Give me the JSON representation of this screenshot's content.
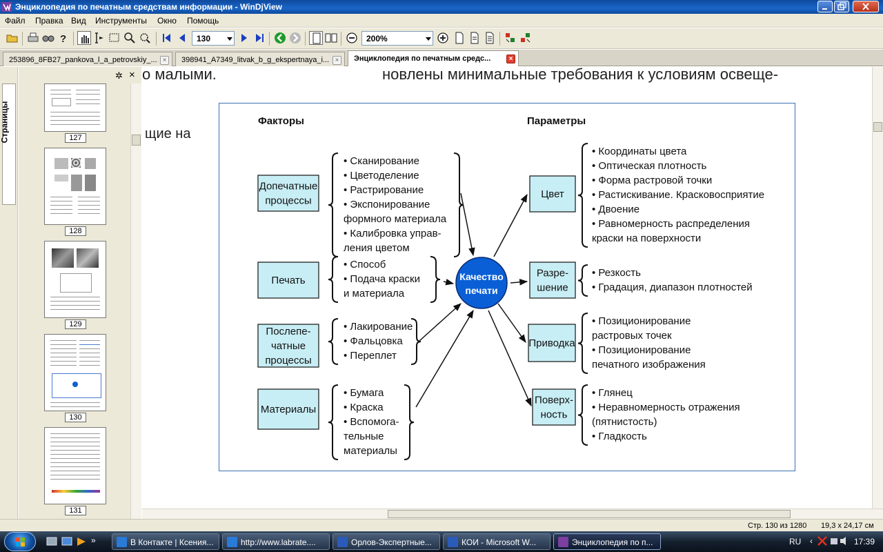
{
  "window": {
    "title": "Энциклопедия по печатным средствам информации - WinDjView"
  },
  "menu": [
    "Файл",
    "Правка",
    "Вид",
    "Инструменты",
    "Окно",
    "Помощь"
  ],
  "toolbar": {
    "page_value": "130",
    "zoom_value": "200%"
  },
  "tabs": [
    {
      "label": "253896_8FB27_pankova_l_a_petrovskiy_..."
    },
    {
      "label": "398941_A7349_litvak_b_g_ekspertnaya_i..."
    },
    {
      "label": "Энциклопедия по печатным средс..."
    }
  ],
  "sidebar": {
    "tab_label": "Страницы",
    "pages": [
      "127",
      "128",
      "129",
      "130",
      "131"
    ]
  },
  "document": {
    "top_left_text": "о малыми.",
    "top_right_text": "новлены минимальные требования к условиям освеще-",
    "side_text": "щие  на",
    "figure": {
      "left_header": "Факторы",
      "right_header": "Параметры",
      "center": [
        "Качество",
        "печати"
      ],
      "factors": [
        {
          "label": [
            "Допечатные",
            "процессы"
          ],
          "items": [
            "• Сканирование",
            "• Цветоделение",
            "• Растрирование",
            "• Экспонирование",
            "   формного материала",
            "• Калибровка управ-",
            "   ления цветом"
          ]
        },
        {
          "label": [
            "Печать"
          ],
          "items": [
            "• Способ",
            "• Подача краски",
            "   и материала"
          ]
        },
        {
          "label": [
            "Послепе-",
            "чатные",
            "процессы"
          ],
          "items": [
            "• Лакирование",
            "• Фальцовка",
            "• Переплет"
          ]
        },
        {
          "label": [
            "Материалы"
          ],
          "items": [
            "• Бумага",
            "• Краска",
            "• Вспомога-",
            "   тельные",
            "   материалы"
          ]
        }
      ],
      "params": [
        {
          "label": [
            "Цвет"
          ],
          "items": [
            "• Координаты цвета",
            "• Оптическая плотность",
            "• Форма растровой точки",
            "• Растискивание. Красковосприятие",
            "• Двоение",
            "• Равномерность распределения",
            "   краски на поверхности"
          ]
        },
        {
          "label": [
            "Разре-",
            "шение"
          ],
          "items": [
            "• Резкость",
            "• Градация, диапазон плотностей"
          ]
        },
        {
          "label": [
            "Приводка"
          ],
          "items": [
            "• Позиционирование",
            "   растровых точек",
            "• Позиционирование",
            "   печатного изображения"
          ]
        },
        {
          "label": [
            "Поверх-",
            "ность"
          ],
          "items": [
            "• Глянец",
            "• Неравномерность отражения",
            "   (пятнистость)",
            "• Гладкость"
          ]
        }
      ]
    }
  },
  "status": {
    "page_info": "Стр. 130 из 1280",
    "size_info": "19,3 x 24,17 см"
  },
  "taskbar": {
    "tasks": [
      {
        "label": "В Контакте | Ксения..."
      },
      {
        "label": "http://www.labrate...."
      },
      {
        "label": "Орлов-Экспертные..."
      },
      {
        "label": "КОИ - Microsoft W..."
      },
      {
        "label": "Энциклопедия по п..."
      }
    ],
    "lang": "RU",
    "time": "17:39"
  },
  "colors": {
    "box_fill": "#c8eef5",
    "center_fill": "#0a5fd6",
    "figure_border": "#3a6fb0"
  }
}
